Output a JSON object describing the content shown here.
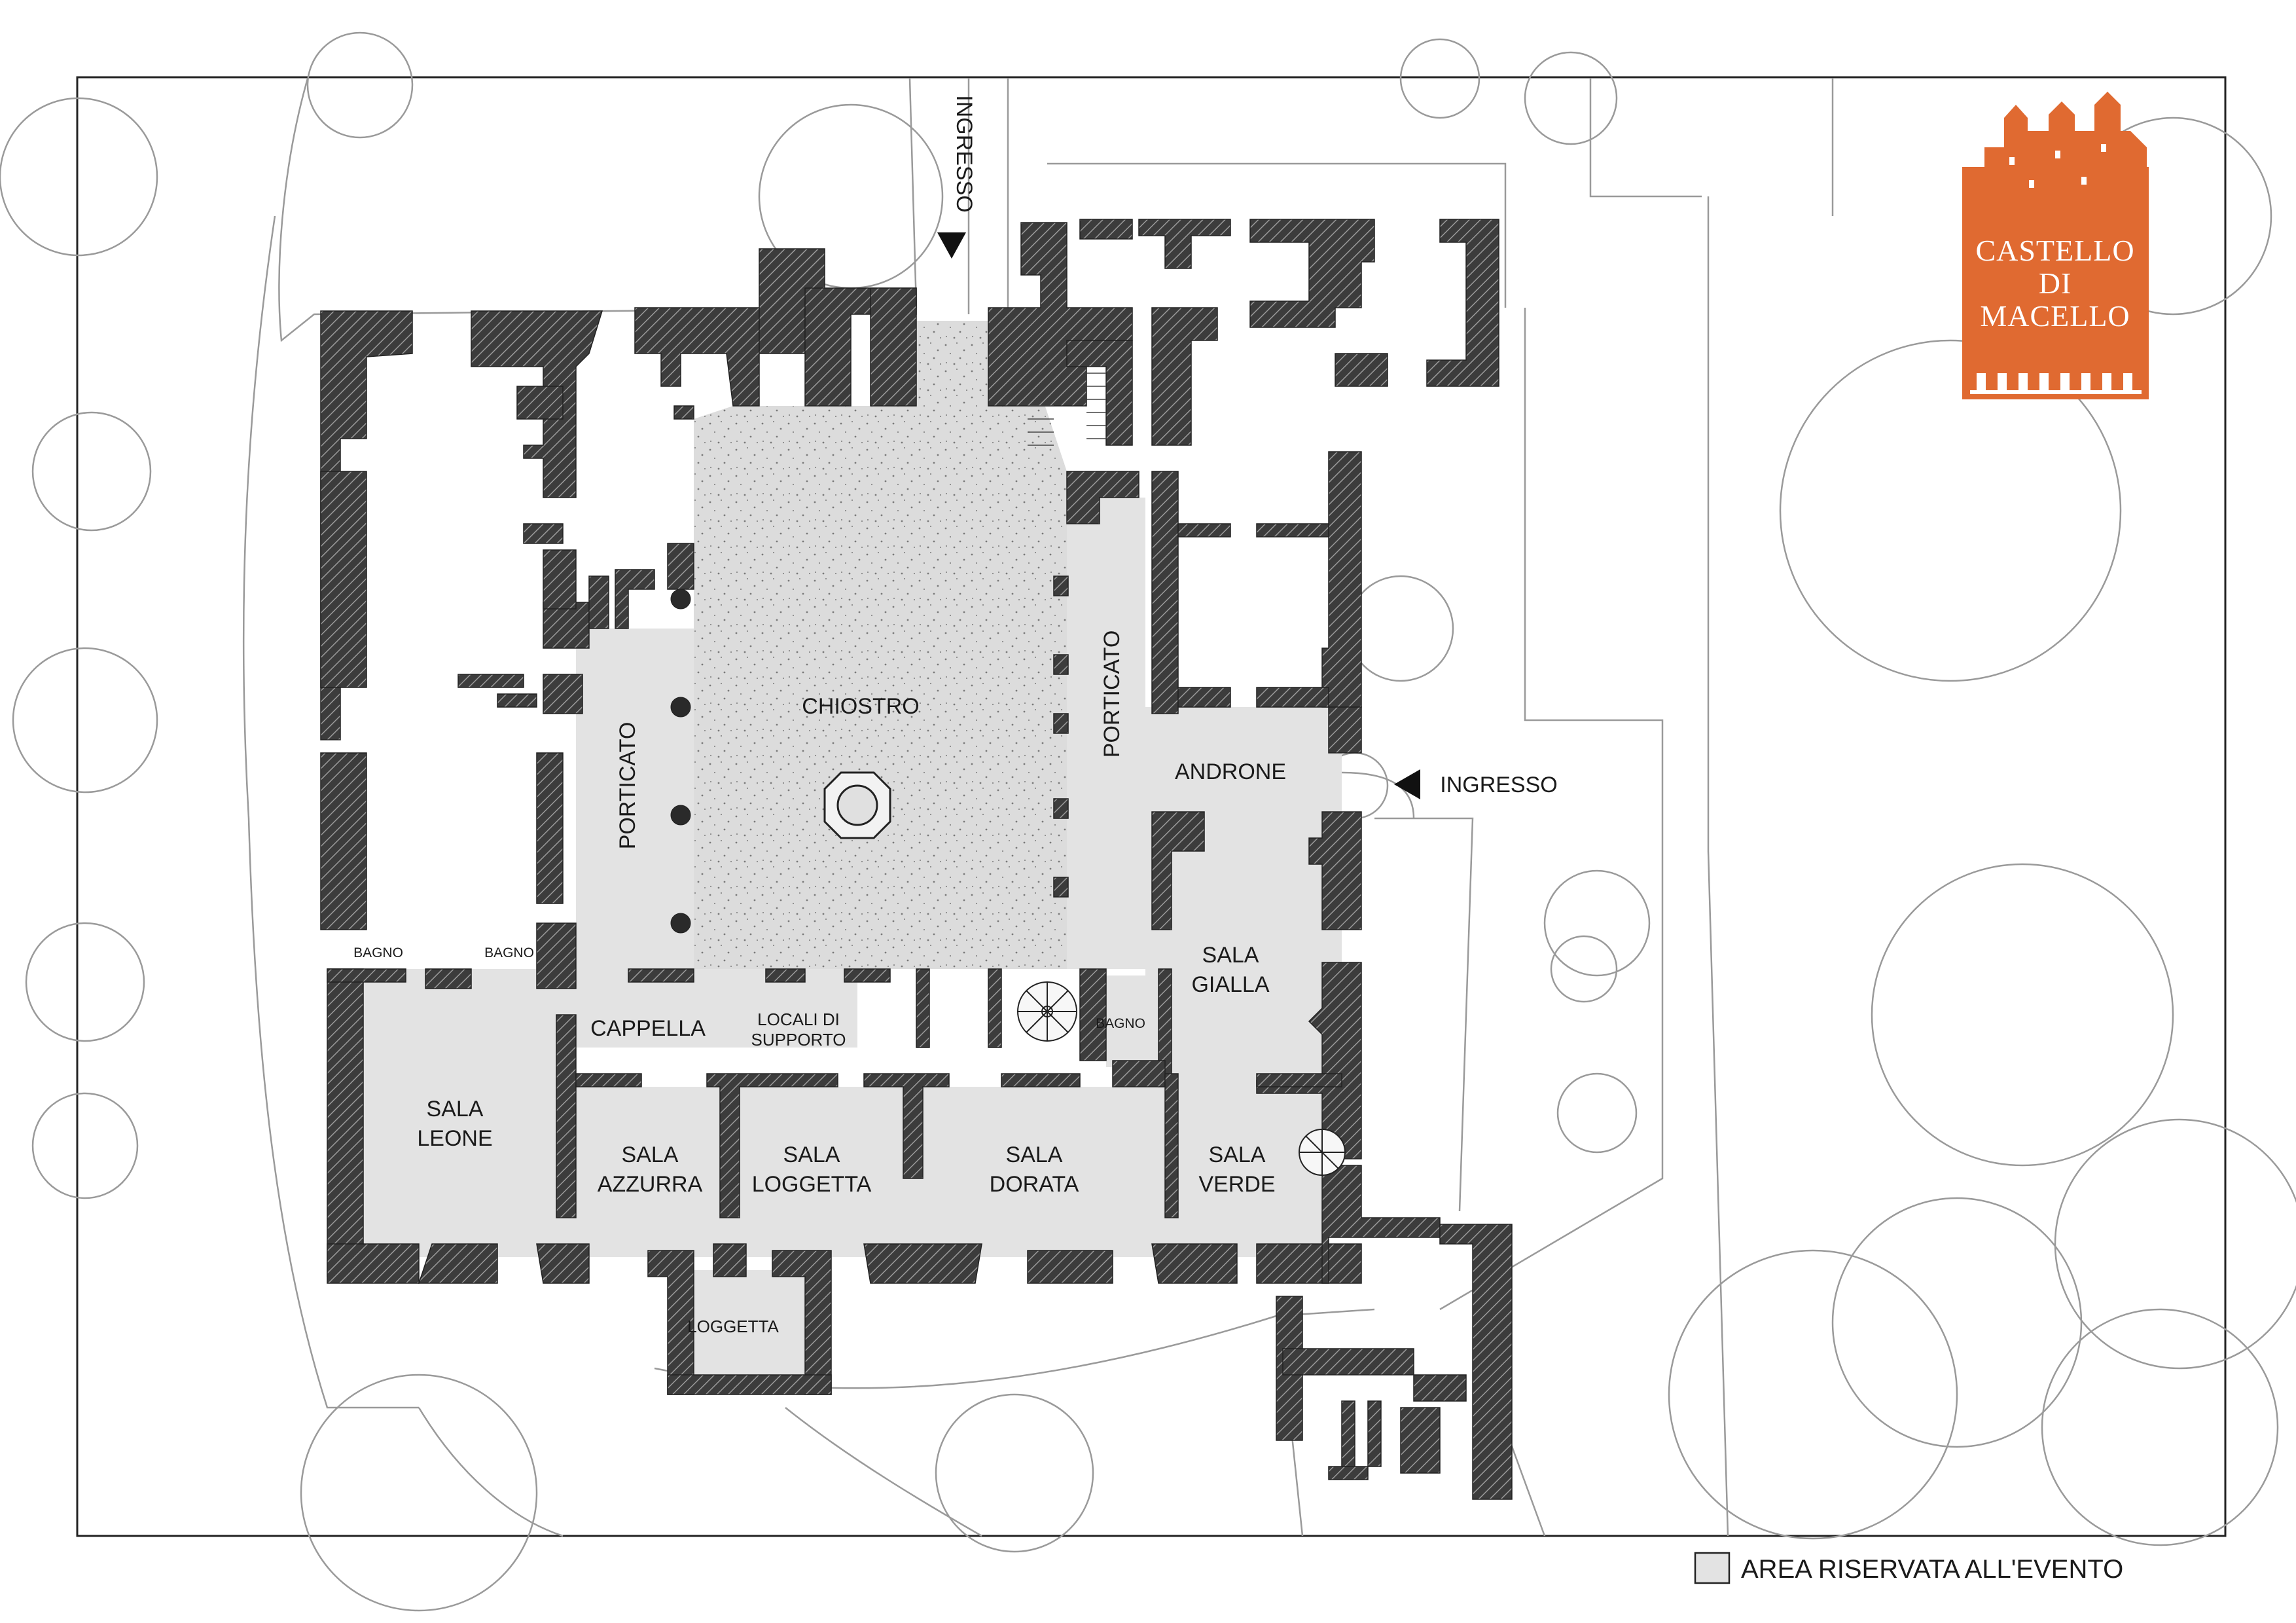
{
  "rooms": {
    "chiostro": "CHIOSTRO",
    "porticato_left": "PORTICATO",
    "porticato_right": "PORTICATO",
    "androne": "ANDRONE",
    "sala_gialla_1": "SALA",
    "sala_gialla_2": "GIALLA",
    "cappella": "CAPPELLA",
    "locali_1": "LOCALI DI",
    "locali_2": "SUPPORTO",
    "bagno_1": "BAGNO",
    "bagno_2": "BAGNO",
    "bagno_3": "BAGNO",
    "sala_leone_1": "SALA",
    "sala_leone_2": "LEONE",
    "sala_azzurra_1": "SALA",
    "sala_azzurra_2": "AZZURRA",
    "sala_loggetta_1": "SALA",
    "sala_loggetta_2": "LOGGETTA",
    "sala_dorata_1": "SALA",
    "sala_dorata_2": "DORATA",
    "sala_verde_1": "SALA",
    "sala_verde_2": "VERDE",
    "loggetta": "LOGGETTA"
  },
  "entrances": {
    "top": "INGRESSO",
    "right": "INGRESSO"
  },
  "logo": {
    "line1": "CASTELLO",
    "line2": "DI",
    "line3": "MACELLO",
    "color": "#e06a31"
  },
  "legend": {
    "label": "AREA RISERVATA ALL'EVENTO",
    "swatch_color": "#e3e3e3"
  },
  "colors": {
    "wall": "#3a3a3a",
    "event_area": "#e3e3e3",
    "outline": "#8a8a8a"
  }
}
